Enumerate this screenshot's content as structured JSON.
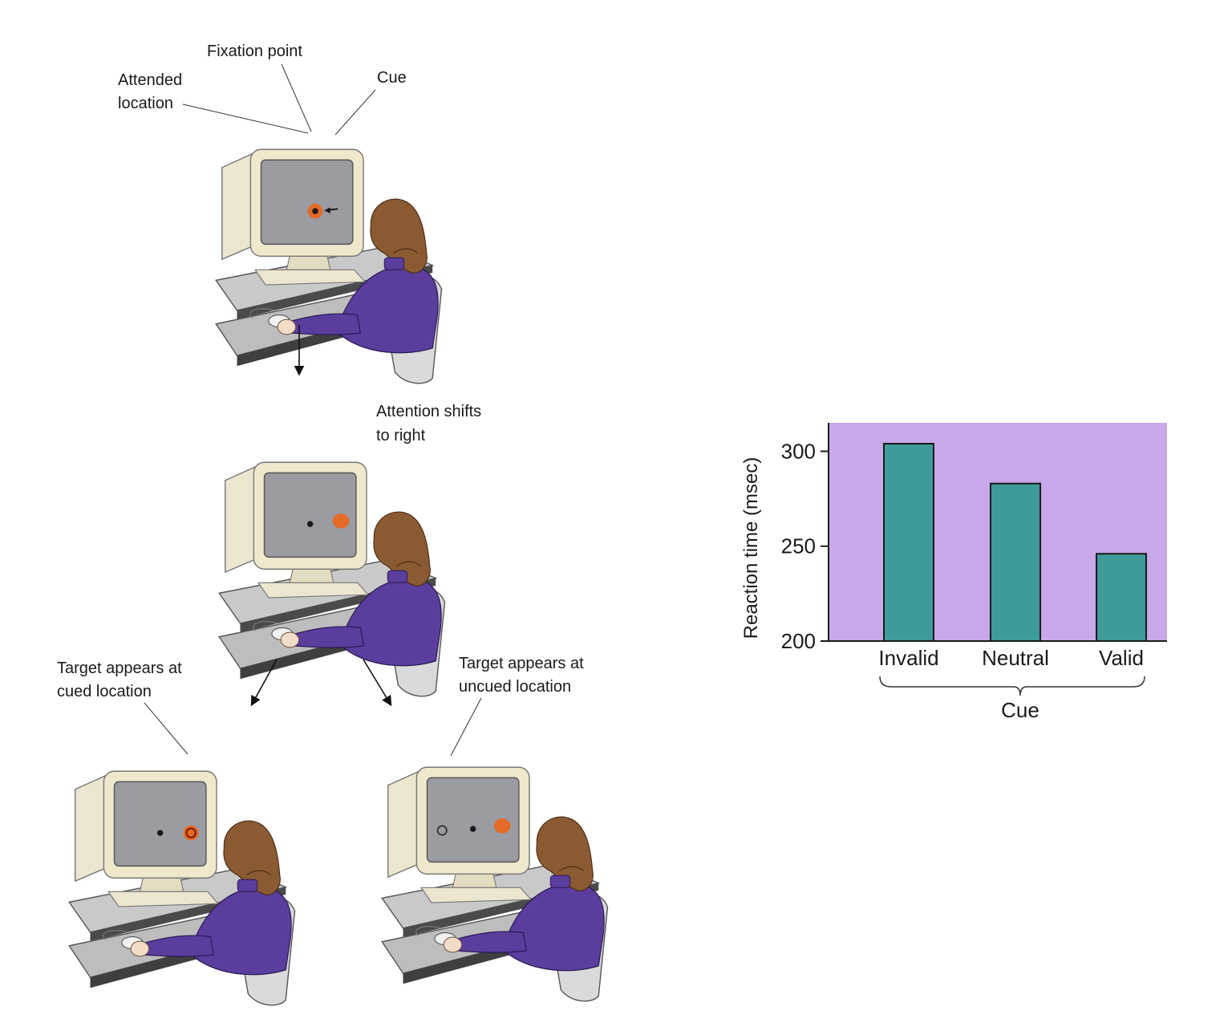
{
  "diagram": {
    "labels": {
      "fixation_point": "Fixation point",
      "cue": "Cue",
      "attended_location_line1": "Attended",
      "attended_location_line2": "location",
      "attention_shift_line1": "Attention shifts",
      "attention_shift_line2": "to right",
      "cued_target_line1": "Target appears at",
      "cued_target_line2": "cued location",
      "uncued_target_line1": "Target appears at",
      "uncued_target_line2": "uncued location"
    },
    "colors": {
      "screen": "#9a9ca2",
      "monitor_frame": "#efe8cc",
      "sweater": "#5a3d9c",
      "hair": "#8a5a33",
      "chair": "#d9dadc",
      "desk": "#b8b8b8",
      "attention_spot": "#e56a28"
    }
  },
  "chart_data": {
    "type": "bar",
    "categories": [
      "Invalid",
      "Neutral",
      "Valid"
    ],
    "values": [
      304,
      283,
      246
    ],
    "ylabel": "Reaction time (msec)",
    "xlabel": "Cue",
    "ylim": [
      200,
      315
    ],
    "yticks": [
      200,
      250,
      300
    ],
    "colors": {
      "background": "#c7a8e8",
      "bar": "#3f9a9a",
      "bar_edge": "#1a1a1a"
    }
  }
}
